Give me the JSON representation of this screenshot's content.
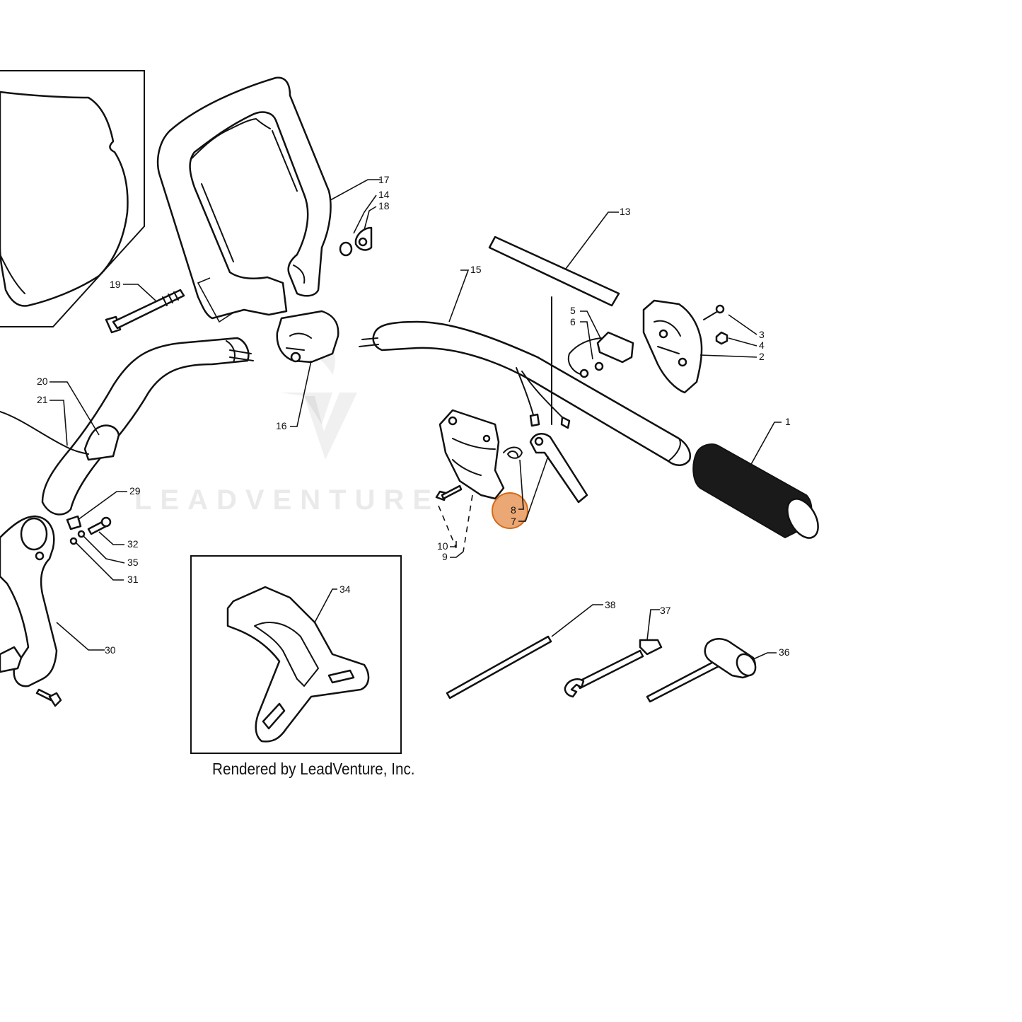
{
  "diagram": {
    "callouts": [
      {
        "id": "c1",
        "label": "1"
      },
      {
        "id": "c2",
        "label": "2"
      },
      {
        "id": "c3",
        "label": "3"
      },
      {
        "id": "c4",
        "label": "4"
      },
      {
        "id": "c5",
        "label": "5"
      },
      {
        "id": "c6",
        "label": "6"
      },
      {
        "id": "c7",
        "label": "7"
      },
      {
        "id": "c8",
        "label": "8"
      },
      {
        "id": "c9",
        "label": "9"
      },
      {
        "id": "c10",
        "label": "10"
      },
      {
        "id": "c13",
        "label": "13"
      },
      {
        "id": "c14",
        "label": "14"
      },
      {
        "id": "c15",
        "label": "15"
      },
      {
        "id": "c16",
        "label": "16"
      },
      {
        "id": "c17",
        "label": "17"
      },
      {
        "id": "c18",
        "label": "18"
      },
      {
        "id": "c19",
        "label": "19"
      },
      {
        "id": "c20",
        "label": "20"
      },
      {
        "id": "c21",
        "label": "21"
      },
      {
        "id": "c29",
        "label": "29"
      },
      {
        "id": "c30",
        "label": "30"
      },
      {
        "id": "c31",
        "label": "31"
      },
      {
        "id": "c32",
        "label": "32"
      },
      {
        "id": "c34",
        "label": "34"
      },
      {
        "id": "c35",
        "label": "35"
      },
      {
        "id": "c36",
        "label": "36"
      },
      {
        "id": "c37",
        "label": "37"
      },
      {
        "id": "c38",
        "label": "38"
      }
    ],
    "highlighted_callouts": [
      "8",
      "7"
    ],
    "highlight_color": "#e07a2a"
  },
  "watermark": {
    "text": "LEADVENTURE"
  },
  "credit": {
    "text": "Rendered by LeadVenture, Inc."
  }
}
